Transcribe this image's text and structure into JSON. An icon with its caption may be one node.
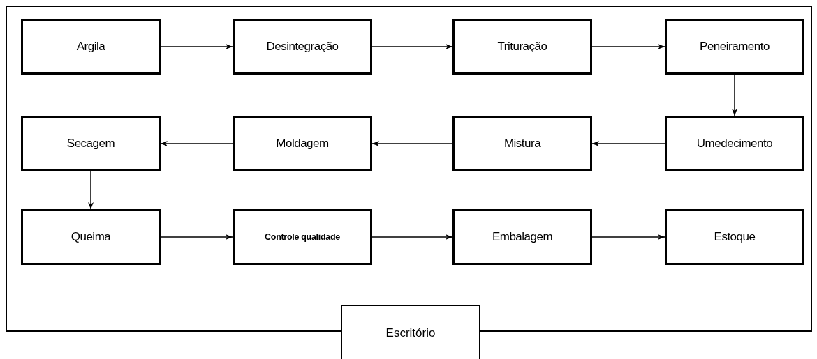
{
  "diagram": {
    "nodes": [
      {
        "text": [],
        "shape": "box"
      },
      {
        "text": [
          "Argila"
        ],
        "in": 0
      },
      {
        "text": [
          "Desintegração"
        ],
        "in": 0
      },
      {
        "text": [
          "Trituração"
        ],
        "in": 0
      },
      {
        "text": [
          "Peneiramento"
        ],
        "in": 0
      },
      {
        "text": [
          "Secagem"
        ],
        "in": 0
      },
      {
        "text": [
          "Moldagem"
        ],
        "in": 0
      },
      {
        "text": [
          "Mistura"
        ],
        "in": 0
      },
      {
        "text": [
          "Umedecimento"
        ],
        "in": 0
      },
      {
        "text": [
          "Queima"
        ],
        "in": 0
      },
      {
        "text": [
          "Controle qualidade"
        ],
        "in": 0
      },
      {
        "text": [
          "Embalagem"
        ],
        "in": 0
      },
      {
        "text": [
          "Estoque"
        ],
        "in": 0
      },
      {
        "text": [
          "Escritório"
        ]
      }
    ],
    "edges": [
      {
        "from": 1,
        "to": 2,
        "arrow": "to"
      },
      {
        "from": 2,
        "to": 3,
        "arrow": "to"
      },
      {
        "from": 3,
        "to": 4,
        "arrow": "to"
      },
      {
        "from": 4,
        "to": 8,
        "arrow": "to"
      },
      {
        "from": 8,
        "to": 7,
        "arrow": "to"
      },
      {
        "from": 7,
        "to": 6,
        "arrow": "to"
      },
      {
        "from": 6,
        "to": 5,
        "arrow": "to"
      },
      {
        "from": 5,
        "to": 9,
        "arrow": "to"
      },
      {
        "from": 9,
        "to": 10,
        "arrow": "to"
      },
      {
        "from": 10,
        "to": 11,
        "arrow": "to"
      },
      {
        "from": 11,
        "to": 12,
        "arrow": "to"
      }
    ]
  }
}
